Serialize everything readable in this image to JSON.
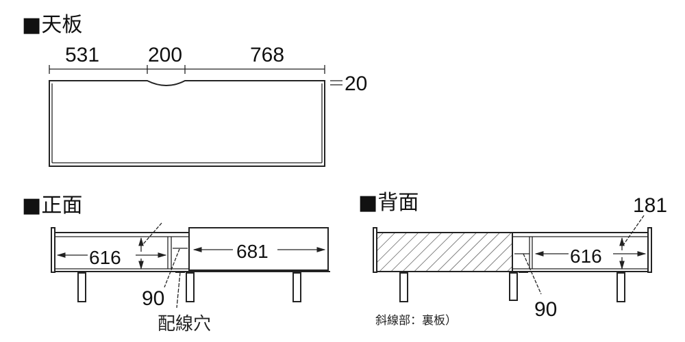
{
  "sections": {
    "top": {
      "title": "■天板",
      "dims": [
        "531",
        "200",
        "768"
      ],
      "thickness": "20"
    },
    "front": {
      "title": "■正面",
      "width_left": "616",
      "width_right": "681",
      "gap": "90",
      "hole_label": "配線穴"
    },
    "back": {
      "title": "■背面",
      "width": "616",
      "height": "181",
      "gap": "90",
      "note": "斜線部：裏板）"
    }
  }
}
